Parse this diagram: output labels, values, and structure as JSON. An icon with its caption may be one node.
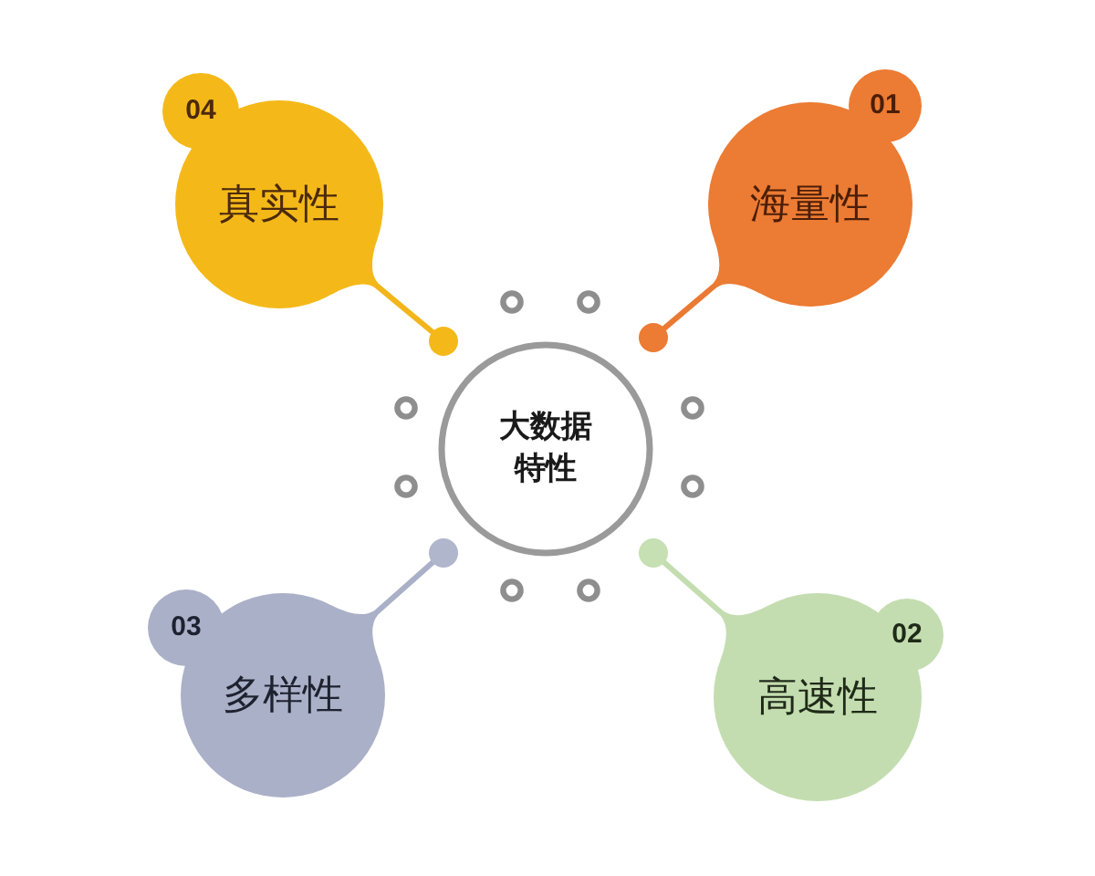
{
  "diagram": {
    "nodes": [
      {
        "text": [
          "04",
          "真实性"
        ]
      },
      {
        "text": [
          "01",
          "海量性"
        ]
      },
      {
        "text": [],
        "shape": "circle"
      },
      {
        "text": [],
        "shape": "circle"
      },
      {
        "text": [
          "大数据特性"
        ]
      },
      {
        "text": [],
        "shape": "circle"
      },
      {
        "text": [],
        "shape": "circle"
      },
      {
        "text": [
          "03",
          "多样性"
        ]
      },
      {
        "text": [
          "02",
          "高速性"
        ]
      }
    ],
    "edges": [
      {
        "from": 0,
        "to": 2,
        "arrow": "none",
        "color": "#f2b61b"
      },
      {
        "from": 1,
        "to": 3,
        "arrow": "none",
        "color": "#ea7a33"
      },
      {
        "from": 7,
        "to": 5,
        "arrow": "none",
        "color": "#aab0c7"
      },
      {
        "from": 8,
        "to": 6,
        "arrow": "none",
        "color": "#c4ddb0"
      }
    ]
  }
}
